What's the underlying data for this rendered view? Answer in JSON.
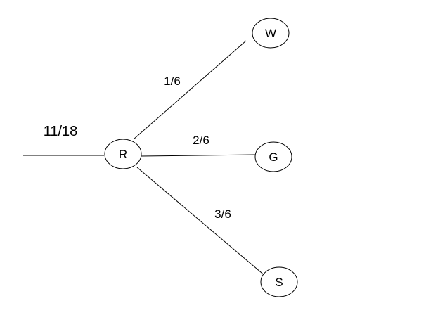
{
  "incoming_label": "11/18",
  "nodes": {
    "r": "R",
    "w": "W",
    "g": "G",
    "s": "S"
  },
  "edges": {
    "rw": "1/6",
    "rg": "2/6",
    "rs": "3/6"
  }
}
